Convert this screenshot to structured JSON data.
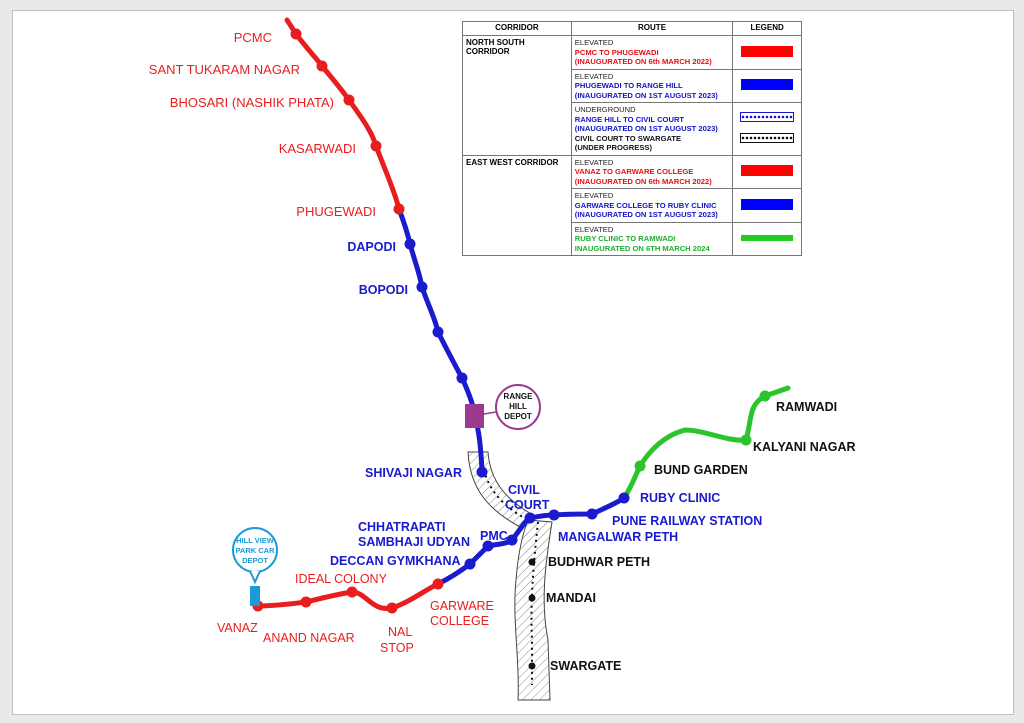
{
  "colors": {
    "red": "#e81e1e",
    "blue": "#1a1acf",
    "green": "#2bc42b",
    "black": "#111111",
    "depot_purple": "#9b3a8f",
    "depot_cyan": "#1a9ad6"
  },
  "legend": {
    "headers": {
      "corridor": "CORRIDOR",
      "route": "ROUTE",
      "legend": "LEGEND"
    },
    "north_south": {
      "corridor": "NORTH SOUTH CORRIDOR",
      "r1_type": "ELEVATED",
      "r1_line1": "PCMC TO PHUGEWADI",
      "r1_line2": "(INAUGURATED ON 6th MARCH 2022)",
      "r2_type": "ELEVATED",
      "r2_line1": "PHUGEWADI TO RANGE HILL",
      "r2_line2": "(INAUGURATED ON 1ST AUGUST 2023)",
      "r3_type": "UNDERGROUND",
      "r3_line1": "RANGE HILL TO CIVIL COURT",
      "r3_line2": "(INAUGURATED ON 1ST AUGUST 2023)",
      "r3_line3": "CIVIL COURT TO SWARGATE",
      "r3_line4": "(UNDER PROGRESS)"
    },
    "east_west": {
      "corridor": "EAST WEST CORRIDOR",
      "r1_type": "ELEVATED",
      "r1_line1": "VANAZ TO GARWARE COLLEGE",
      "r1_line2": "(INAUGURATED ON 6th MARCH 2022)",
      "r2_type": "ELEVATED",
      "r2_line1": "GARWARE COLLEGE TO RUBY CLINIC",
      "r2_line2": "(INAUGURATED ON 1ST AUGUST 2023)",
      "r3_type": "ELEVATED",
      "r3_line1": "RUBY CLINIC TO RAMWADI",
      "r3_line2": "INAUGURATED ON 6TH MARCH 2024"
    }
  },
  "stations": {
    "pcmc": "PCMC",
    "sant_tukaram_nagar": "SANT TUKARAM NAGAR",
    "bhosari": "BHOSARI (NASHIK PHATA)",
    "kasarwadi": "KASARWADI",
    "phugewadi": "PHUGEWADI",
    "dapodi": "DAPODI",
    "bopodi": "BOPODI",
    "shivaji_nagar": "SHIVAJI NAGAR",
    "civil_court_1": "CIVIL",
    "civil_court_2": "COURT",
    "budhwar_peth": "BUDHWAR PETH",
    "mandai": "MANDAI",
    "swargate": "SWARGATE",
    "vanaz": "VANAZ",
    "anand_nagar": "ANAND NAGAR",
    "ideal_colony": "IDEAL COLONY",
    "nal_stop_1": "NAL",
    "nal_stop_2": "STOP",
    "garware_1": "GARWARE",
    "garware_2": "COLLEGE",
    "deccan": "DECCAN GYMKHANA",
    "sambhaji_1": "CHHATRAPATI",
    "sambhaji_2": "SAMBHAJI UDYAN",
    "pmc": "PMC",
    "mangalwar_peth": "MANGALWAR PETH",
    "pune_railway_station": "PUNE RAILWAY STATION",
    "ruby_clinic": "RUBY CLINIC",
    "bund_garden": "BUND GARDEN",
    "kalyani_nagar": "KALYANI NAGAR",
    "ramwadi": "RAMWADI"
  },
  "depots": {
    "range_hill_1": "RANGE",
    "range_hill_2": "HILL",
    "range_hill_3": "DEPOT",
    "hill_view_1": "HILL VIEW",
    "hill_view_2": "PARK CAR",
    "hill_view_3": "DEPOT"
  }
}
